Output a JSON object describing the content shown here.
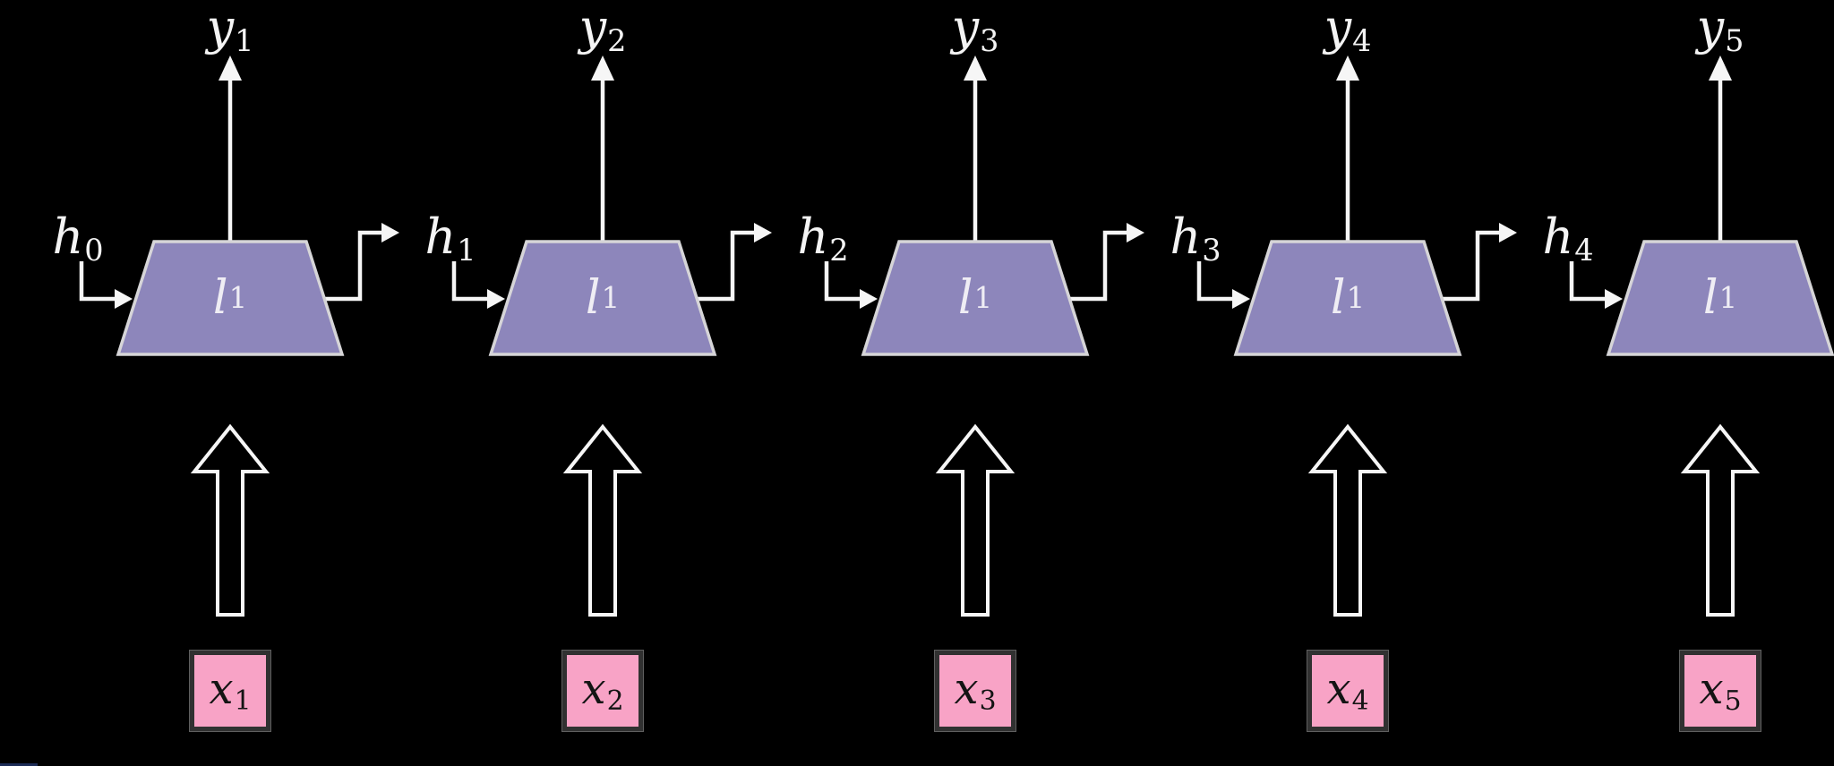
{
  "title": "Unrolled recurrent neural network diagram",
  "colors": {
    "background": "#000000",
    "cell_fill": "#8d86bb",
    "cell_border": "#d6d5d8",
    "cell_text": "#efedf4",
    "line": "#f6f6f6",
    "label_text": "#f4f4f4",
    "input_box_fill": "#f8a3c6",
    "input_box_border": "#313131",
    "input_text": "#141414"
  },
  "units": [
    {
      "hidden_in": {
        "base": "h",
        "sub": "0"
      },
      "cell": {
        "base": "l",
        "sub": "1"
      },
      "output": {
        "base": "y",
        "sub": "1"
      },
      "input": {
        "base": "x",
        "sub": "1"
      }
    },
    {
      "hidden_in": {
        "base": "h",
        "sub": "1"
      },
      "cell": {
        "base": "l",
        "sub": "1"
      },
      "output": {
        "base": "y",
        "sub": "2"
      },
      "input": {
        "base": "x",
        "sub": "2"
      }
    },
    {
      "hidden_in": {
        "base": "h",
        "sub": "2"
      },
      "cell": {
        "base": "l",
        "sub": "1"
      },
      "output": {
        "base": "y",
        "sub": "3"
      },
      "input": {
        "base": "x",
        "sub": "3"
      }
    },
    {
      "hidden_in": {
        "base": "h",
        "sub": "3"
      },
      "cell": {
        "base": "l",
        "sub": "1"
      },
      "output": {
        "base": "y",
        "sub": "4"
      },
      "input": {
        "base": "x",
        "sub": "4"
      }
    },
    {
      "hidden_in": {
        "base": "h",
        "sub": "4"
      },
      "cell": {
        "base": "l",
        "sub": "1"
      },
      "output": {
        "base": "y",
        "sub": "5"
      },
      "input": {
        "base": "x",
        "sub": "5"
      }
    }
  ]
}
